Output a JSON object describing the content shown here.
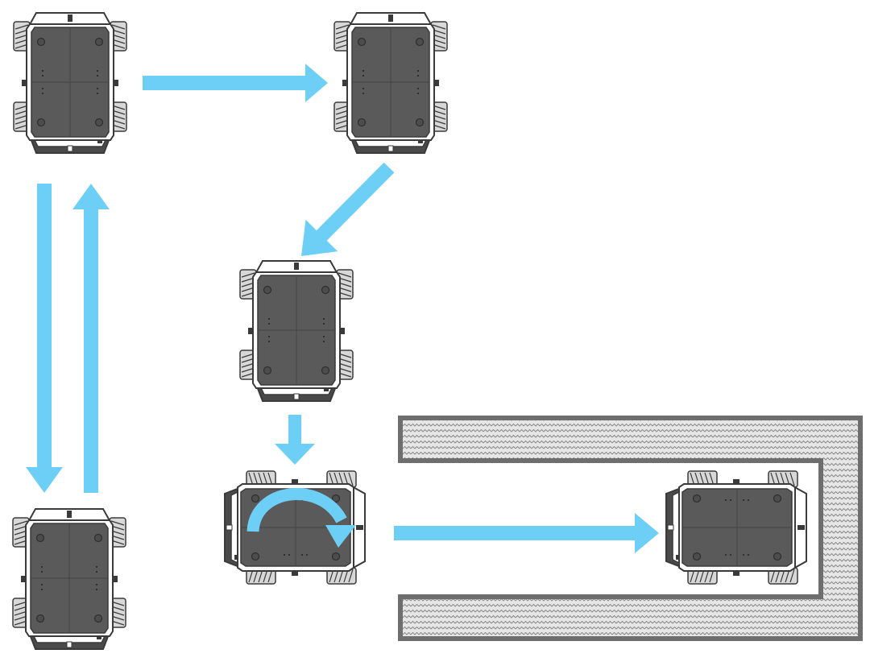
{
  "colors": {
    "arrow": "#6ecff6",
    "robot_body": "#5a5a5a",
    "robot_body_dark": "#4a4a4a",
    "robot_trim": "#ffffff",
    "robot_outline": "#3a3a3a",
    "wheel": "#d8d8d8",
    "wall_fill": "#e6e6e6",
    "wall_border": "#6e6e6e",
    "wall_pattern": "#8a8a8a",
    "background": "#ffffff"
  },
  "diagram": {
    "robots": [
      {
        "id": "start",
        "orientation": "forward"
      },
      {
        "id": "strafe-right",
        "orientation": "forward"
      },
      {
        "id": "diagonal",
        "orientation": "forward"
      },
      {
        "id": "reverse",
        "orientation": "forward"
      },
      {
        "id": "rotated",
        "orientation": "sideways"
      },
      {
        "id": "parked",
        "orientation": "sideways"
      }
    ],
    "arrows": [
      {
        "id": "move-right",
        "direction": "right"
      },
      {
        "id": "move-diagonal",
        "direction": "down-left"
      },
      {
        "id": "move-down-short",
        "direction": "down"
      },
      {
        "id": "move-down-long",
        "direction": "down"
      },
      {
        "id": "move-up-long",
        "direction": "up"
      },
      {
        "id": "rotate",
        "direction": "clockwise"
      },
      {
        "id": "move-into-bay",
        "direction": "right"
      }
    ],
    "wall": {
      "shape": "U-channel",
      "opening": "left"
    }
  }
}
